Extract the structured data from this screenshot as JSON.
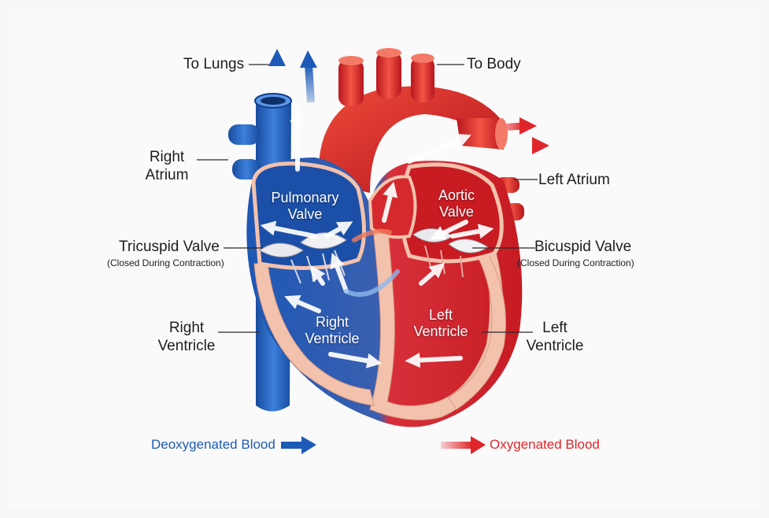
{
  "labels": {
    "to_lungs": "To Lungs",
    "to_body": "To Body",
    "right_atrium": "Right\nAtrium",
    "left_atrium": "Left Atrium",
    "pulmonary_valve": "Pulmonary\nValve",
    "aortic_valve": "Aortic\nValve",
    "tricuspid_valve": "Tricuspid Valve",
    "tricuspid_note": "(Closed During Contraction)",
    "bicuspid_valve": "Bicuspid Valve",
    "bicuspid_note": "(Closed During Contraction)",
    "right_ventricle_outer": "Right\nVentricle",
    "right_ventricle_inner": "Right\nVentricle",
    "left_ventricle_inner": "Left\nVentricle",
    "left_ventricle_outer": "Left\nVentricle"
  },
  "legend": {
    "deoxygenated": "Deoxygenated Blood",
    "oxygenated": "Oxygenated Blood"
  },
  "colors": {
    "deoxygenated": "#1e5bb8",
    "oxygenated": "#e0262a",
    "muscle": "#f3c2ad"
  }
}
